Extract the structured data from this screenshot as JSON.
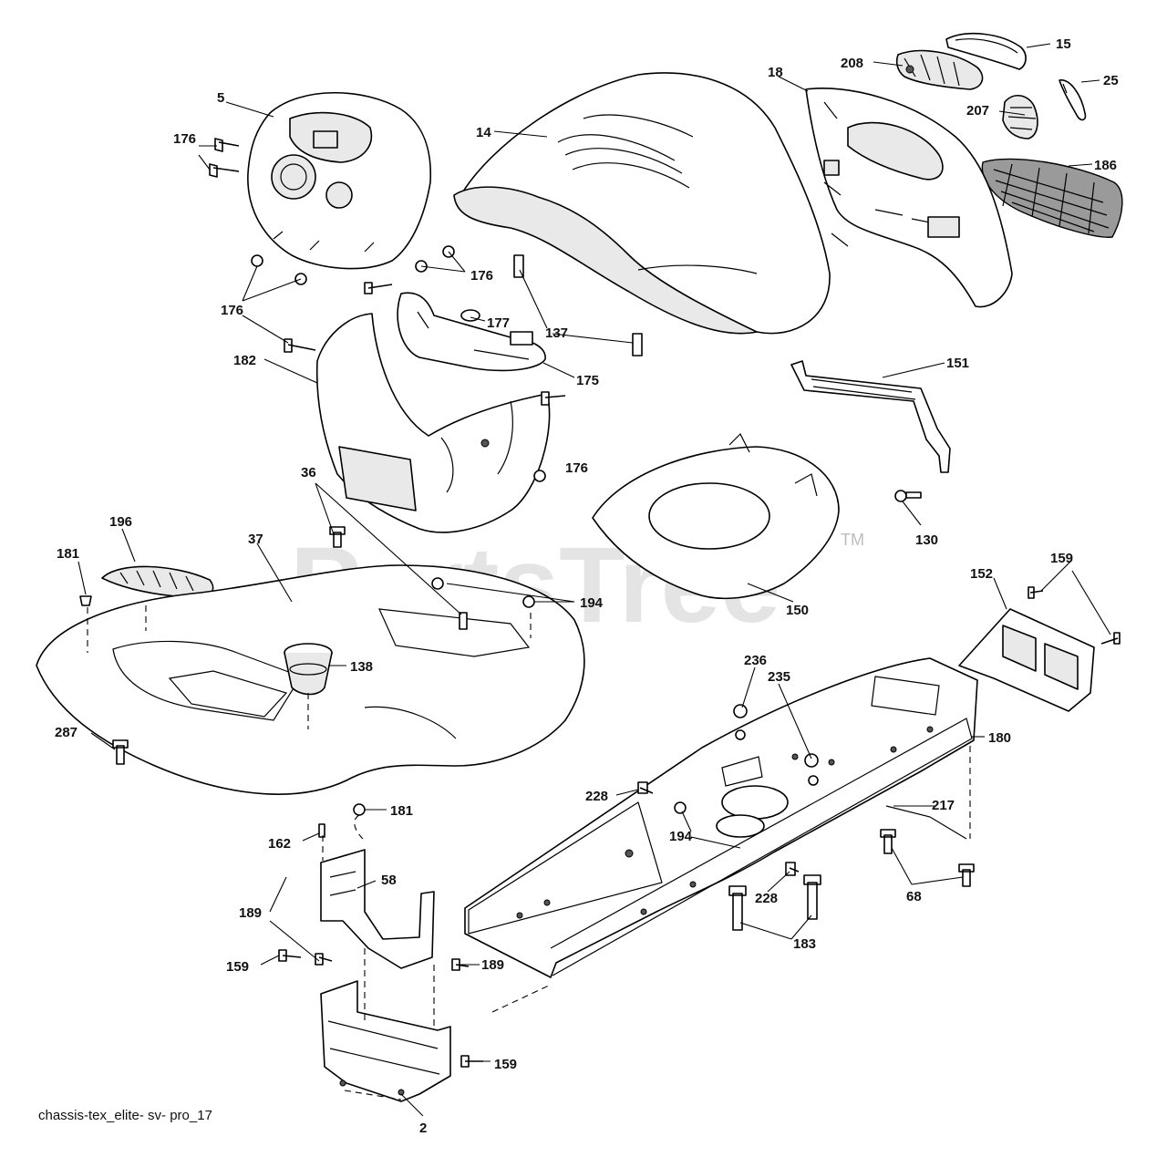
{
  "watermark": {
    "brand": "PartsTree",
    "tm": "TM"
  },
  "diagram_id": "chassis-tex_elite- sv- pro_17",
  "callouts": [
    {
      "key": "c15",
      "text": "15"
    },
    {
      "key": "c25",
      "text": "25"
    },
    {
      "key": "c208",
      "text": "208"
    },
    {
      "key": "c207",
      "text": "207"
    },
    {
      "key": "c186",
      "text": "186"
    },
    {
      "key": "c18",
      "text": "18"
    },
    {
      "key": "c14",
      "text": "14"
    },
    {
      "key": "c5",
      "text": "5"
    },
    {
      "key": "c176a",
      "text": "176"
    },
    {
      "key": "c176b",
      "text": "176"
    },
    {
      "key": "c176c",
      "text": "176"
    },
    {
      "key": "c176d",
      "text": "176"
    },
    {
      "key": "c177",
      "text": "177"
    },
    {
      "key": "c137",
      "text": "137"
    },
    {
      "key": "c175",
      "text": "175"
    },
    {
      "key": "c182",
      "text": "182"
    },
    {
      "key": "c151",
      "text": "151"
    },
    {
      "key": "c36",
      "text": "36"
    },
    {
      "key": "c130",
      "text": "130"
    },
    {
      "key": "c196",
      "text": "196"
    },
    {
      "key": "c37",
      "text": "37"
    },
    {
      "key": "c181a",
      "text": "181"
    },
    {
      "key": "c194a",
      "text": "194"
    },
    {
      "key": "c150",
      "text": "150"
    },
    {
      "key": "c152",
      "text": "152"
    },
    {
      "key": "c159a",
      "text": "159"
    },
    {
      "key": "c138",
      "text": "138"
    },
    {
      "key": "c236",
      "text": "236"
    },
    {
      "key": "c235",
      "text": "235"
    },
    {
      "key": "c287",
      "text": "287"
    },
    {
      "key": "c180",
      "text": "180"
    },
    {
      "key": "c228a",
      "text": "228"
    },
    {
      "key": "c181b",
      "text": "181"
    },
    {
      "key": "c194b",
      "text": "194"
    },
    {
      "key": "c217",
      "text": "217"
    },
    {
      "key": "c162",
      "text": "162"
    },
    {
      "key": "c58",
      "text": "58"
    },
    {
      "key": "c228b",
      "text": "228"
    },
    {
      "key": "c68",
      "text": "68"
    },
    {
      "key": "c189a",
      "text": "189"
    },
    {
      "key": "c183",
      "text": "183"
    },
    {
      "key": "c159b",
      "text": "159"
    },
    {
      "key": "c189b",
      "text": "189"
    },
    {
      "key": "c159c",
      "text": "159"
    },
    {
      "key": "c2",
      "text": "2"
    }
  ]
}
